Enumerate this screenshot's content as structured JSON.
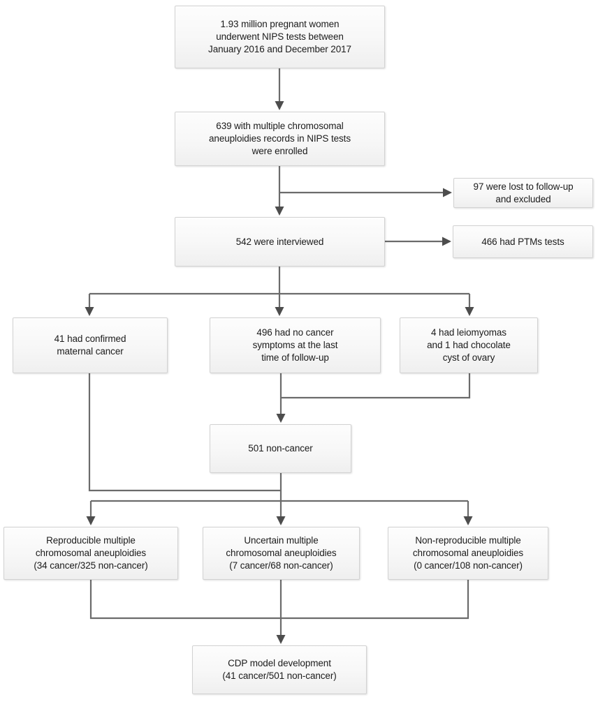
{
  "figure": {
    "type": "flowchart",
    "orientation": "top-to-bottom",
    "style": {
      "box_fill": "#f7f7f7",
      "box_border": "#d2d2d2",
      "line_color": "#595959",
      "text_color": "#1b1b1b",
      "background": "#ffffff"
    }
  },
  "nodes": {
    "cohort": {
      "text": "1.93 million pregnant women\nunderwent NIPS tests between\nJanuary 2016 and December 2017"
    },
    "enrolled": {
      "text": "639 with multiple chromosomal\naneuploidies records in NIPS tests\nwere enrolled"
    },
    "lost": {
      "text": "97 were lost to follow-up\nand excluded"
    },
    "interviewed": {
      "text": "542 were interviewed"
    },
    "ptms": {
      "text": "466 had PTMs tests"
    },
    "cancer": {
      "text": "41 had confirmed\nmaternal cancer"
    },
    "nosymptoms": {
      "text": "496 had no cancer\nsymptoms at the last\ntime of follow-up"
    },
    "benign": {
      "text": "4 had leiomyomas\nand 1 had chocolate\ncyst of ovary"
    },
    "noncancer": {
      "text": "501 non-cancer"
    },
    "reproducible": {
      "text": "Reproducible multiple\nchromosomal aneuploidies\n(34 cancer/325 non-cancer)"
    },
    "uncertain": {
      "text": "Uncertain multiple\nchromosomal aneuploidies\n(7 cancer/68 non-cancer)"
    },
    "nonreproducible": {
      "text": "Non-reproducible multiple\nchromosomal aneuploidies\n(0 cancer/108 non-cancer)"
    },
    "cdp": {
      "text": "CDP model development\n(41 cancer/501 non-cancer)"
    }
  },
  "chart_data": {
    "type": "flowchart",
    "title": "",
    "counts": {
      "screened_pregnant_women_million": 1.93,
      "screening_period": "January 2016 - December 2017",
      "multiple_chromosomal_aneuploidies_records": 639,
      "lost_to_follow_up": 97,
      "interviewed": 542,
      "had_ptms_tests": 466,
      "confirmed_maternal_cancer": 41,
      "no_cancer_symptoms_last_follow_up": 496,
      "leiomyomas": 4,
      "chocolate_cyst_of_ovary": 1,
      "non_cancer_total": 501,
      "reproducible_cancer": 34,
      "reproducible_non_cancer": 325,
      "uncertain_cancer": 7,
      "uncertain_non_cancer": 68,
      "non_reproducible_cancer": 0,
      "non_reproducible_non_cancer": 108,
      "cdp_model_cancer": 41,
      "cdp_model_non_cancer": 501
    },
    "edges": [
      {
        "from": "cohort",
        "to": "enrolled"
      },
      {
        "from": "enrolled",
        "to": "lost"
      },
      {
        "from": "enrolled",
        "to": "interviewed"
      },
      {
        "from": "interviewed",
        "to": "ptms"
      },
      {
        "from": "interviewed",
        "to": "cancer"
      },
      {
        "from": "interviewed",
        "to": "nosymptoms"
      },
      {
        "from": "interviewed",
        "to": "benign"
      },
      {
        "from": "nosymptoms",
        "to": "noncancer"
      },
      {
        "from": "benign",
        "to": "noncancer"
      },
      {
        "from": "cancer",
        "to": "reproducible"
      },
      {
        "from": "cancer",
        "to": "uncertain"
      },
      {
        "from": "cancer",
        "to": "nonreproducible"
      },
      {
        "from": "noncancer",
        "to": "reproducible"
      },
      {
        "from": "noncancer",
        "to": "uncertain"
      },
      {
        "from": "noncancer",
        "to": "nonreproducible"
      },
      {
        "from": "reproducible",
        "to": "cdp"
      },
      {
        "from": "uncertain",
        "to": "cdp"
      },
      {
        "from": "nonreproducible",
        "to": "cdp"
      }
    ]
  }
}
